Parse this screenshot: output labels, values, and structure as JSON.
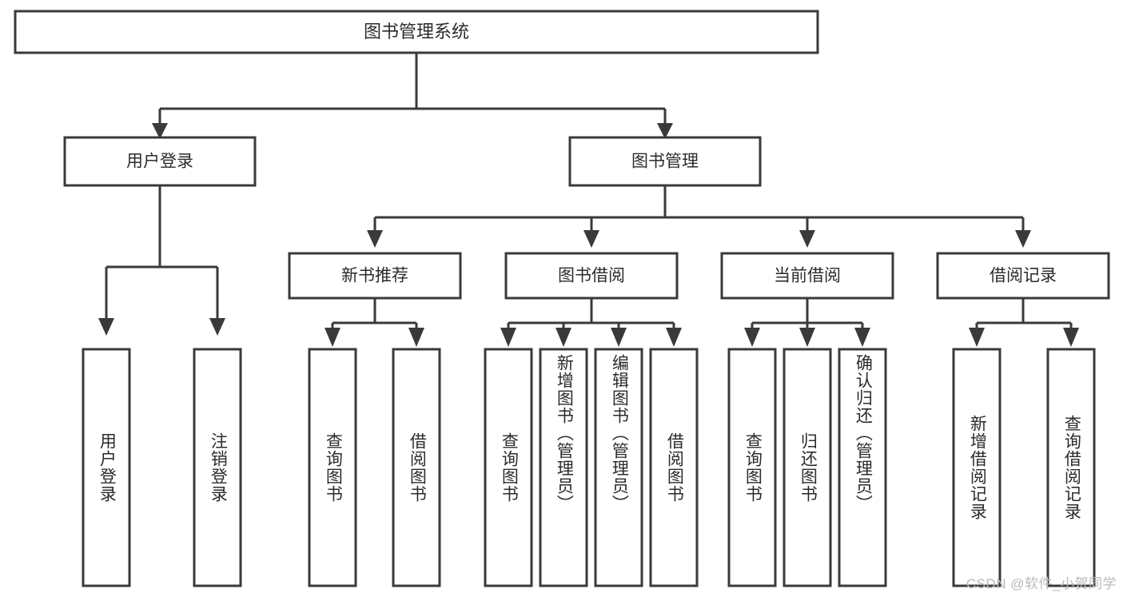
{
  "diagram": {
    "type": "hierarchy-tree",
    "title": "图书管理系统",
    "watermark": "CSDN @软件_小贺同学",
    "colors": {
      "box_stroke": "#3a3a3a",
      "box_fill": "#ffffff",
      "text": "#2b2b2b",
      "watermark": "#b9b9b9",
      "background": "#ffffff"
    },
    "root": {
      "label": "图书管理系统"
    },
    "level2": [
      {
        "label": "用户登录"
      },
      {
        "label": "图书管理"
      }
    ],
    "level3": [
      {
        "label": "新书推荐",
        "parent": "图书管理"
      },
      {
        "label": "图书借阅",
        "parent": "图书管理"
      },
      {
        "label": "当前借阅",
        "parent": "图书管理"
      },
      {
        "label": "借阅记录",
        "parent": "图书管理"
      }
    ],
    "leaves": {
      "user_login": [
        {
          "label": "用户登录"
        },
        {
          "label": "注销登录"
        }
      ],
      "new_book_recommend": [
        {
          "label": "查询图书"
        },
        {
          "label": "借阅图书"
        }
      ],
      "book_borrow": [
        {
          "label": "查询图书"
        },
        {
          "label": "新增图书（管理员）"
        },
        {
          "label": "编辑图书（管理员）"
        },
        {
          "label": "借阅图书"
        }
      ],
      "current_borrow": [
        {
          "label": "查询图书"
        },
        {
          "label": "归还图书"
        },
        {
          "label": "确认归还（管理员）"
        }
      ],
      "borrow_record": [
        {
          "label": "新增借阅记录"
        },
        {
          "label": "查询借阅记录"
        }
      ]
    }
  }
}
